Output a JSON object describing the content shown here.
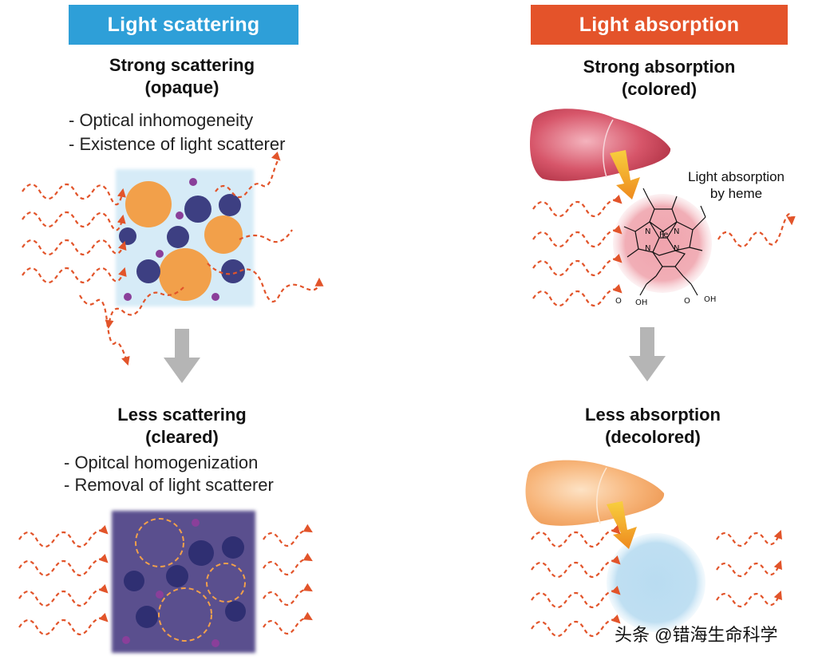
{
  "scattering": {
    "banner": "Light scattering",
    "banner_color": "#2e9fd8",
    "strong": {
      "title": "Strong scattering",
      "subtitle": "(opaque)",
      "bullets": [
        "- Optical inhomogeneity",
        "- Existence of light scatterer"
      ]
    },
    "less": {
      "title": "Less scattering",
      "subtitle": "(cleared)",
      "bullets": [
        "- Opitcal homogenization",
        "- Removal of light scatterer"
      ]
    }
  },
  "absorption": {
    "banner": "Light absorption",
    "banner_color": "#e4532a",
    "strong": {
      "title": "Strong absorption",
      "subtitle": "(colored)",
      "annotation_line1": "Light absorption",
      "annotation_line2": "by heme"
    },
    "less": {
      "title": "Less absorption",
      "subtitle": "(decolored)"
    },
    "chem": {
      "fe": "Fe",
      "n": "N",
      "o": "O",
      "oh": "OH"
    }
  },
  "watermark": "头条 @错海生命科学",
  "colors": {
    "wave": "#e2542a",
    "scatter_box": "#d6ebf7",
    "cleared_box": "#5a4f8e",
    "orange_particle": "#f2a04a",
    "navy_particle": "#3d3f82",
    "purple_dot": "#8a3f9a",
    "arrow_gray": "#b5b5b5"
  }
}
